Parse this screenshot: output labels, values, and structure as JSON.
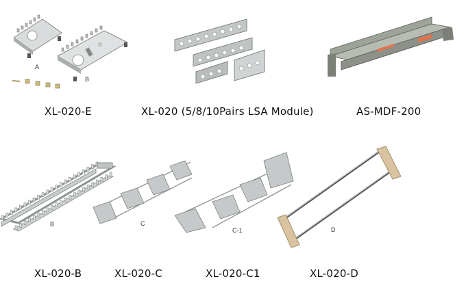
{
  "products": [
    {
      "id": "xl-020-e",
      "caption": "XL-020-E",
      "sub_labels": [
        "A",
        "B"
      ]
    },
    {
      "id": "xl-020",
      "caption": "XL-020 (5/8/10Pairs LSA Module)"
    },
    {
      "id": "as-mdf-200",
      "caption": "AS-MDF-200"
    },
    {
      "id": "xl-020-b",
      "caption": "XL-020-B",
      "sub_label": "B"
    },
    {
      "id": "xl-020-c",
      "caption": "XL-020-C",
      "sub_label": "C"
    },
    {
      "id": "xl-020-c1",
      "caption": "XL-020-C1",
      "sub_label": "C-1"
    },
    {
      "id": "xl-020-d",
      "caption": "XL-020-D",
      "sub_label": "D"
    }
  ]
}
